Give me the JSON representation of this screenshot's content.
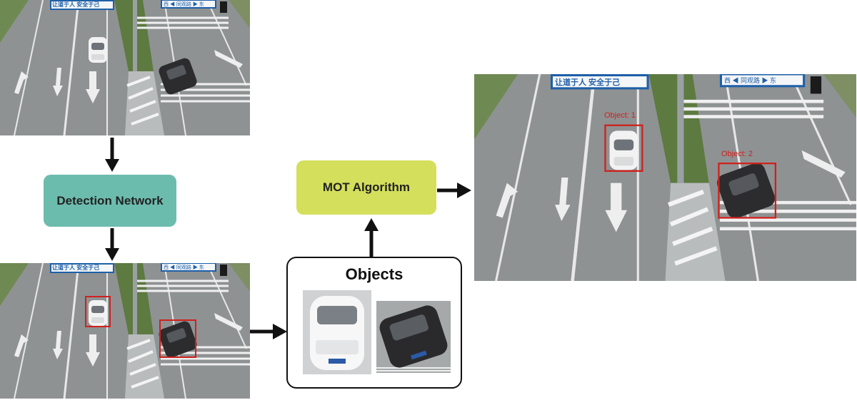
{
  "diagram": {
    "nodes": {
      "detection_network": "Detection Network",
      "mot_algorithm": "MOT Algorithm",
      "objects": "Objects"
    },
    "detections": [
      "Object: 1",
      "Object: 2"
    ],
    "scene_signs": {
      "banner": "让道于人  安全于己",
      "direction": "西 ◀ 同观路 ▶ 东"
    },
    "colors": {
      "detection_box": "#d0201c",
      "detection_node": "#6cbcae",
      "mot_node": "#d4df5c"
    }
  }
}
